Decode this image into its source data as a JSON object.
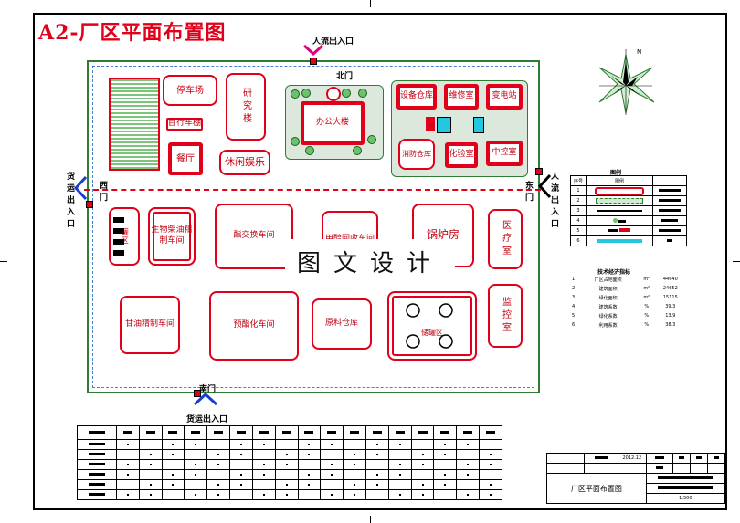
{
  "title": "A2-厂区平面布置图",
  "gates": {
    "north": "北门",
    "south": "南门",
    "west": "西门",
    "east": "东门",
    "north_entry": "人流出入口",
    "east_entry": "人流出入口",
    "west_entry": "货运出入口",
    "south_entry": "货运出入口"
  },
  "buildings": {
    "parking": "停车场",
    "bike_shed": "自行车棚",
    "canteen": "餐厅",
    "research": "研究楼",
    "leisure": "休闲娱乐",
    "office": "办公大楼",
    "equipment_store": "设备仓库",
    "repair": "维修室",
    "substation": "变电站",
    "fire_store": "消防仓库",
    "lab": "化验室",
    "control": "中控室",
    "tank_zone_left": "罐区",
    "biodiesel": "生物柴油精制车间",
    "transester": "酯交换车间",
    "methanol": "甲醇回收车间",
    "boiler": "锅炉房",
    "clinic": "医疗室",
    "glycerin": "甘油精制车间",
    "pretreat": "预酯化车间",
    "raw_store": "原料仓库",
    "tank_zone": "储罐区",
    "monitor": "监控室"
  },
  "watermark": "图文设计",
  "north_arrow": "N",
  "legend": {
    "title": "图例",
    "header": [
      "序号",
      "图例"
    ],
    "rows": [
      "1",
      "2",
      "3",
      "4",
      "5",
      "6"
    ]
  },
  "indicators": {
    "title": "技术经济指标",
    "rows": [
      {
        "no": "1",
        "item": "厂区占地面积",
        "unit": "m²",
        "value": "44640"
      },
      {
        "no": "2",
        "item": "建筑面积",
        "unit": "m²",
        "value": "24652"
      },
      {
        "no": "3",
        "item": "绿化面积",
        "unit": "m²",
        "value": "15115"
      },
      {
        "no": "4",
        "item": "建筑系数",
        "unit": "%",
        "value": "39.3"
      },
      {
        "no": "5",
        "item": "绿化系数",
        "unit": "%",
        "value": "13.9"
      },
      {
        "no": "6",
        "item": "利用系数",
        "unit": "%",
        "value": "38.3"
      }
    ]
  },
  "titleblock": {
    "drawing_name": "厂区平面布置图",
    "date": "2012.12",
    "scale": "1:500"
  }
}
